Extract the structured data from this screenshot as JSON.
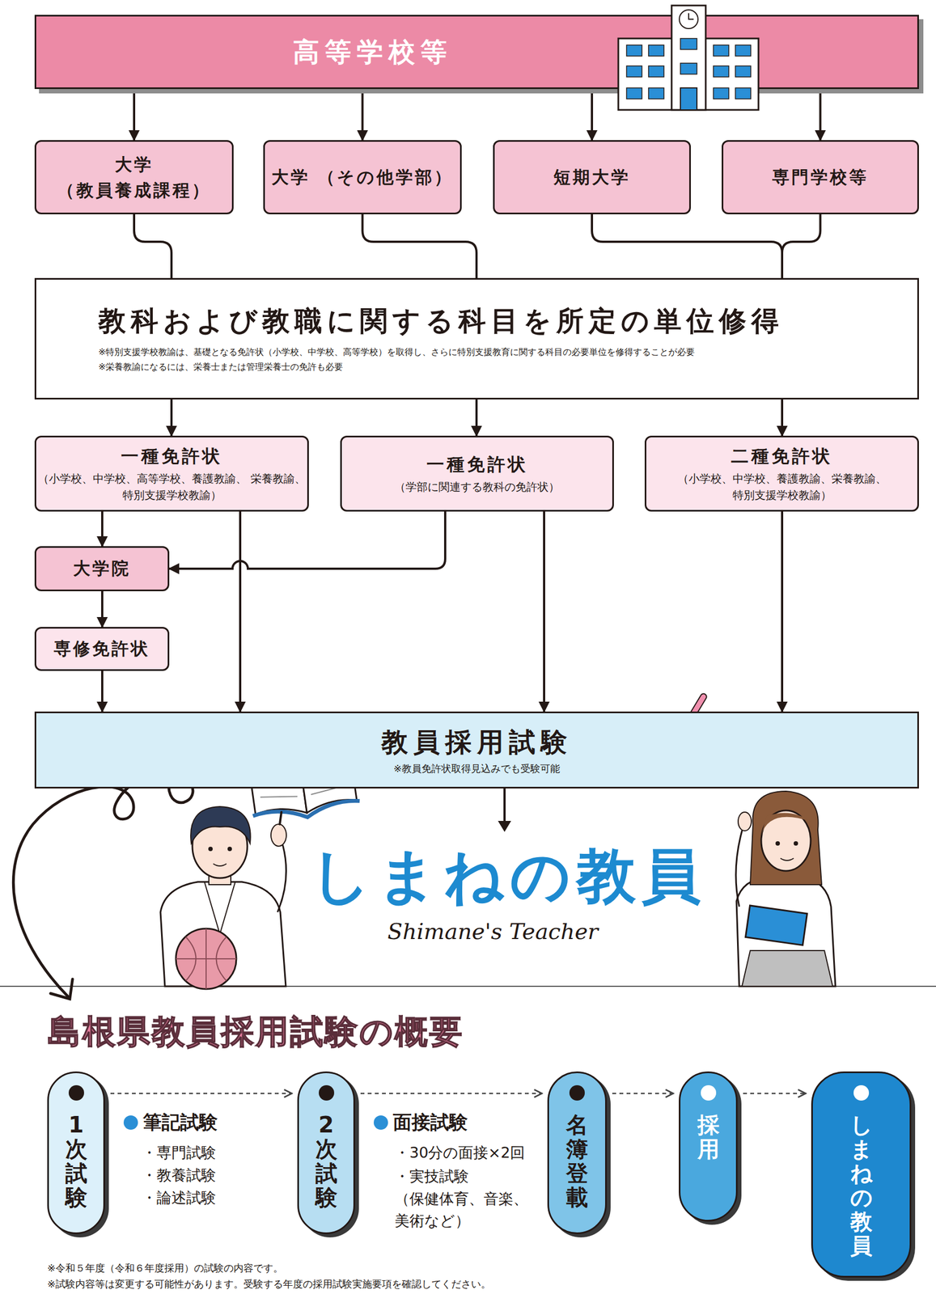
{
  "diagram": {
    "nodes": [
      {
        "text": [
          "高等学校等"
        ]
      },
      {
        "text": [
          "大学 （教員養成課程）"
        ]
      },
      {
        "text": [
          "大学 （その他学部）"
        ]
      },
      {
        "text": [
          "短期大学"
        ]
      },
      {
        "text": [
          "専門学校等"
        ]
      },
      {
        "text": [
          "教科および教職に関する科目を所定の単位修得",
          "※特別支援学校教諭は、基礎となる免許状（小学校、中学校、高等学校）を取得し、さらに特別支援教育に関する科目の必要単位を修得することが必要",
          "※栄養教諭になるには、栄養士または管理栄養士の免許も必要"
        ]
      },
      {
        "text": [
          "一種免許状",
          "（小学校、中学校、高等学校、養護教諭、 栄養教諭、特別支援学校教諭）"
        ]
      },
      {
        "text": [
          "一種免許状",
          "（学部に関連する教科の免許状）"
        ]
      },
      {
        "text": [
          "二種免許状",
          "（小学校、中学校、養護教諭、栄養教諭、 特別支援学校教諭）"
        ]
      },
      {
        "text": [
          "大学院"
        ]
      },
      {
        "text": [
          "専修免許状"
        ]
      },
      {
        "text": [
          "教員採用試験",
          "※教員免許状取得見込みでも受験可能"
        ]
      },
      {
        "text": [
          "1次試験"
        ]
      },
      {
        "text": [
          "2次試験"
        ]
      },
      {
        "text": [
          "名簿登載"
        ]
      },
      {
        "text": [
          "採用"
        ]
      },
      {
        "text": [
          "しまねの教員"
        ]
      }
    ],
    "edges": [
      {
        "from": 0,
        "to": 1,
        "arrow": "to"
      },
      {
        "from": 0,
        "to": 2,
        "arrow": "to"
      },
      {
        "from": 0,
        "to": 3,
        "arrow": "to"
      },
      {
        "from": 0,
        "to": 4,
        "arrow": "to"
      },
      {
        "from": 1,
        "to": 5,
        "arrow": "none"
      },
      {
        "from": 2,
        "to": 5,
        "arrow": "none"
      },
      {
        "from": 3,
        "to": 5,
        "arrow": "none"
      },
      {
        "from": 4,
        "to": 5,
        "arrow": "none"
      },
      {
        "from": 5,
        "to": 6,
        "arrow": "to"
      },
      {
        "from": 5,
        "to": 7,
        "arrow": "to"
      },
      {
        "from": 5,
        "to": 8,
        "arrow": "to"
      },
      {
        "from": 6,
        "to": 9,
        "arrow": "to"
      },
      {
        "from": 7,
        "to": 9,
        "arrow": "to"
      },
      {
        "from": 9,
        "to": 10,
        "arrow": "to"
      },
      {
        "from": 10,
        "to": 11,
        "arrow": "to"
      },
      {
        "from": 6,
        "to": 11,
        "arrow": "to"
      },
      {
        "from": 7,
        "to": 11,
        "arrow": "to"
      },
      {
        "from": 8,
        "to": 11,
        "arrow": "to"
      },
      {
        "from": 12,
        "to": 13,
        "arrow": "to"
      },
      {
        "from": 13,
        "to": 14,
        "arrow": "to"
      },
      {
        "from": 14,
        "to": 15,
        "arrow": "to"
      },
      {
        "from": 15,
        "to": 16,
        "arrow": "to"
      }
    ],
    "labels": [
      "しまねの教員",
      "Shimane's Teacher",
      "島根県教員採用試験の概要",
      "筆記試験",
      "・専門試験",
      "・教養試験",
      "・論述試験",
      "面接試験",
      "・30分の面接×2回",
      "・実技試験 （保健体育、音楽、 美術など）",
      "※令和５年度（令和６年度採用）の試験の内容です。",
      "※試験内容等は変更する可能性があります。受験する年度の採用試験実施要項を確認してください。"
    ]
  }
}
